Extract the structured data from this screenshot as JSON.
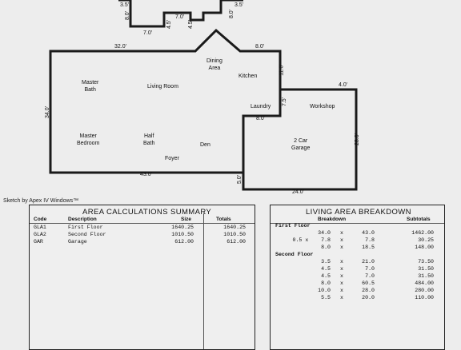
{
  "floorplan": {
    "dims": {
      "top_left_a": "3.5'",
      "top_left_b": "8.0'",
      "top_right_a": "3.5'",
      "top_right_b": "8.0'",
      "step_7a": "7.0'",
      "step_4a": "4.5'",
      "step_7b": "7.0'",
      "step_4b": "4.5'",
      "top": "32.0'",
      "top_right": "8.0'",
      "right_a": "11.0'",
      "mid_right": "4.0'",
      "laundry_v": "7.5'",
      "notch": "8.0'",
      "left": "34.0'",
      "bottom": "43.0'",
      "bottom_notch": "5.0'",
      "garage_right": "28.0'",
      "garage_bottom": "24.0'"
    },
    "rooms": {
      "dining": "Dining\nArea",
      "kitchen": "Kitchen",
      "master_bath": "Master\nBath",
      "living": "Living Room",
      "laundry": "Laundry",
      "workshop": "Workshop",
      "master_bed": "Master\nBedroom",
      "half_bath": "Half\nBath",
      "den": "Den",
      "foyer": "Foyer",
      "garage": "2 Car\nGarage"
    }
  },
  "credit": "Sketch by Apex IV Windows™",
  "area_summary": {
    "title": "AREA CALCULATIONS SUMMARY",
    "headers": {
      "code": "Code",
      "description": "Description",
      "size": "Size",
      "totals": "Totals"
    },
    "rows": [
      {
        "code": "GLA1",
        "description": "First Floor",
        "size": "1640.25",
        "total": "1640.25"
      },
      {
        "code": "GLA2",
        "description": "Second Floor",
        "size": "1010.50",
        "total": "1010.50"
      },
      {
        "code": "GAR",
        "description": "Garage",
        "size": "612.00",
        "total": "612.00"
      }
    ]
  },
  "living_breakdown": {
    "title": "LIVING AREA BREAKDOWN",
    "headers": {
      "breakdown": "Breakdown",
      "subtotals": "Subtotals"
    },
    "first_floor_label": "First Floor",
    "second_floor_label": "Second Floor",
    "first_rows": [
      {
        "a": "34.0",
        "x": "x",
        "b": "43.0",
        "sub": "1462.00"
      },
      {
        "a": "0.5 x    7.8",
        "x": "x",
        "b": "7.8",
        "sub": "30.25"
      },
      {
        "a": "8.0",
        "x": "x",
        "b": "18.5",
        "sub": "148.00"
      }
    ],
    "second_rows": [
      {
        "a": "3.5",
        "x": "x",
        "b": "21.0",
        "sub": "73.50"
      },
      {
        "a": "4.5",
        "x": "x",
        "b": "7.0",
        "sub": "31.50"
      },
      {
        "a": "4.5",
        "x": "x",
        "b": "7.0",
        "sub": "31.50"
      },
      {
        "a": "8.0",
        "x": "x",
        "b": "60.5",
        "sub": "484.00"
      },
      {
        "a": "10.0",
        "x": "x",
        "b": "28.0",
        "sub": "280.00"
      },
      {
        "a": "5.5",
        "x": "x",
        "b": "20.0",
        "sub": "110.00"
      }
    ]
  }
}
